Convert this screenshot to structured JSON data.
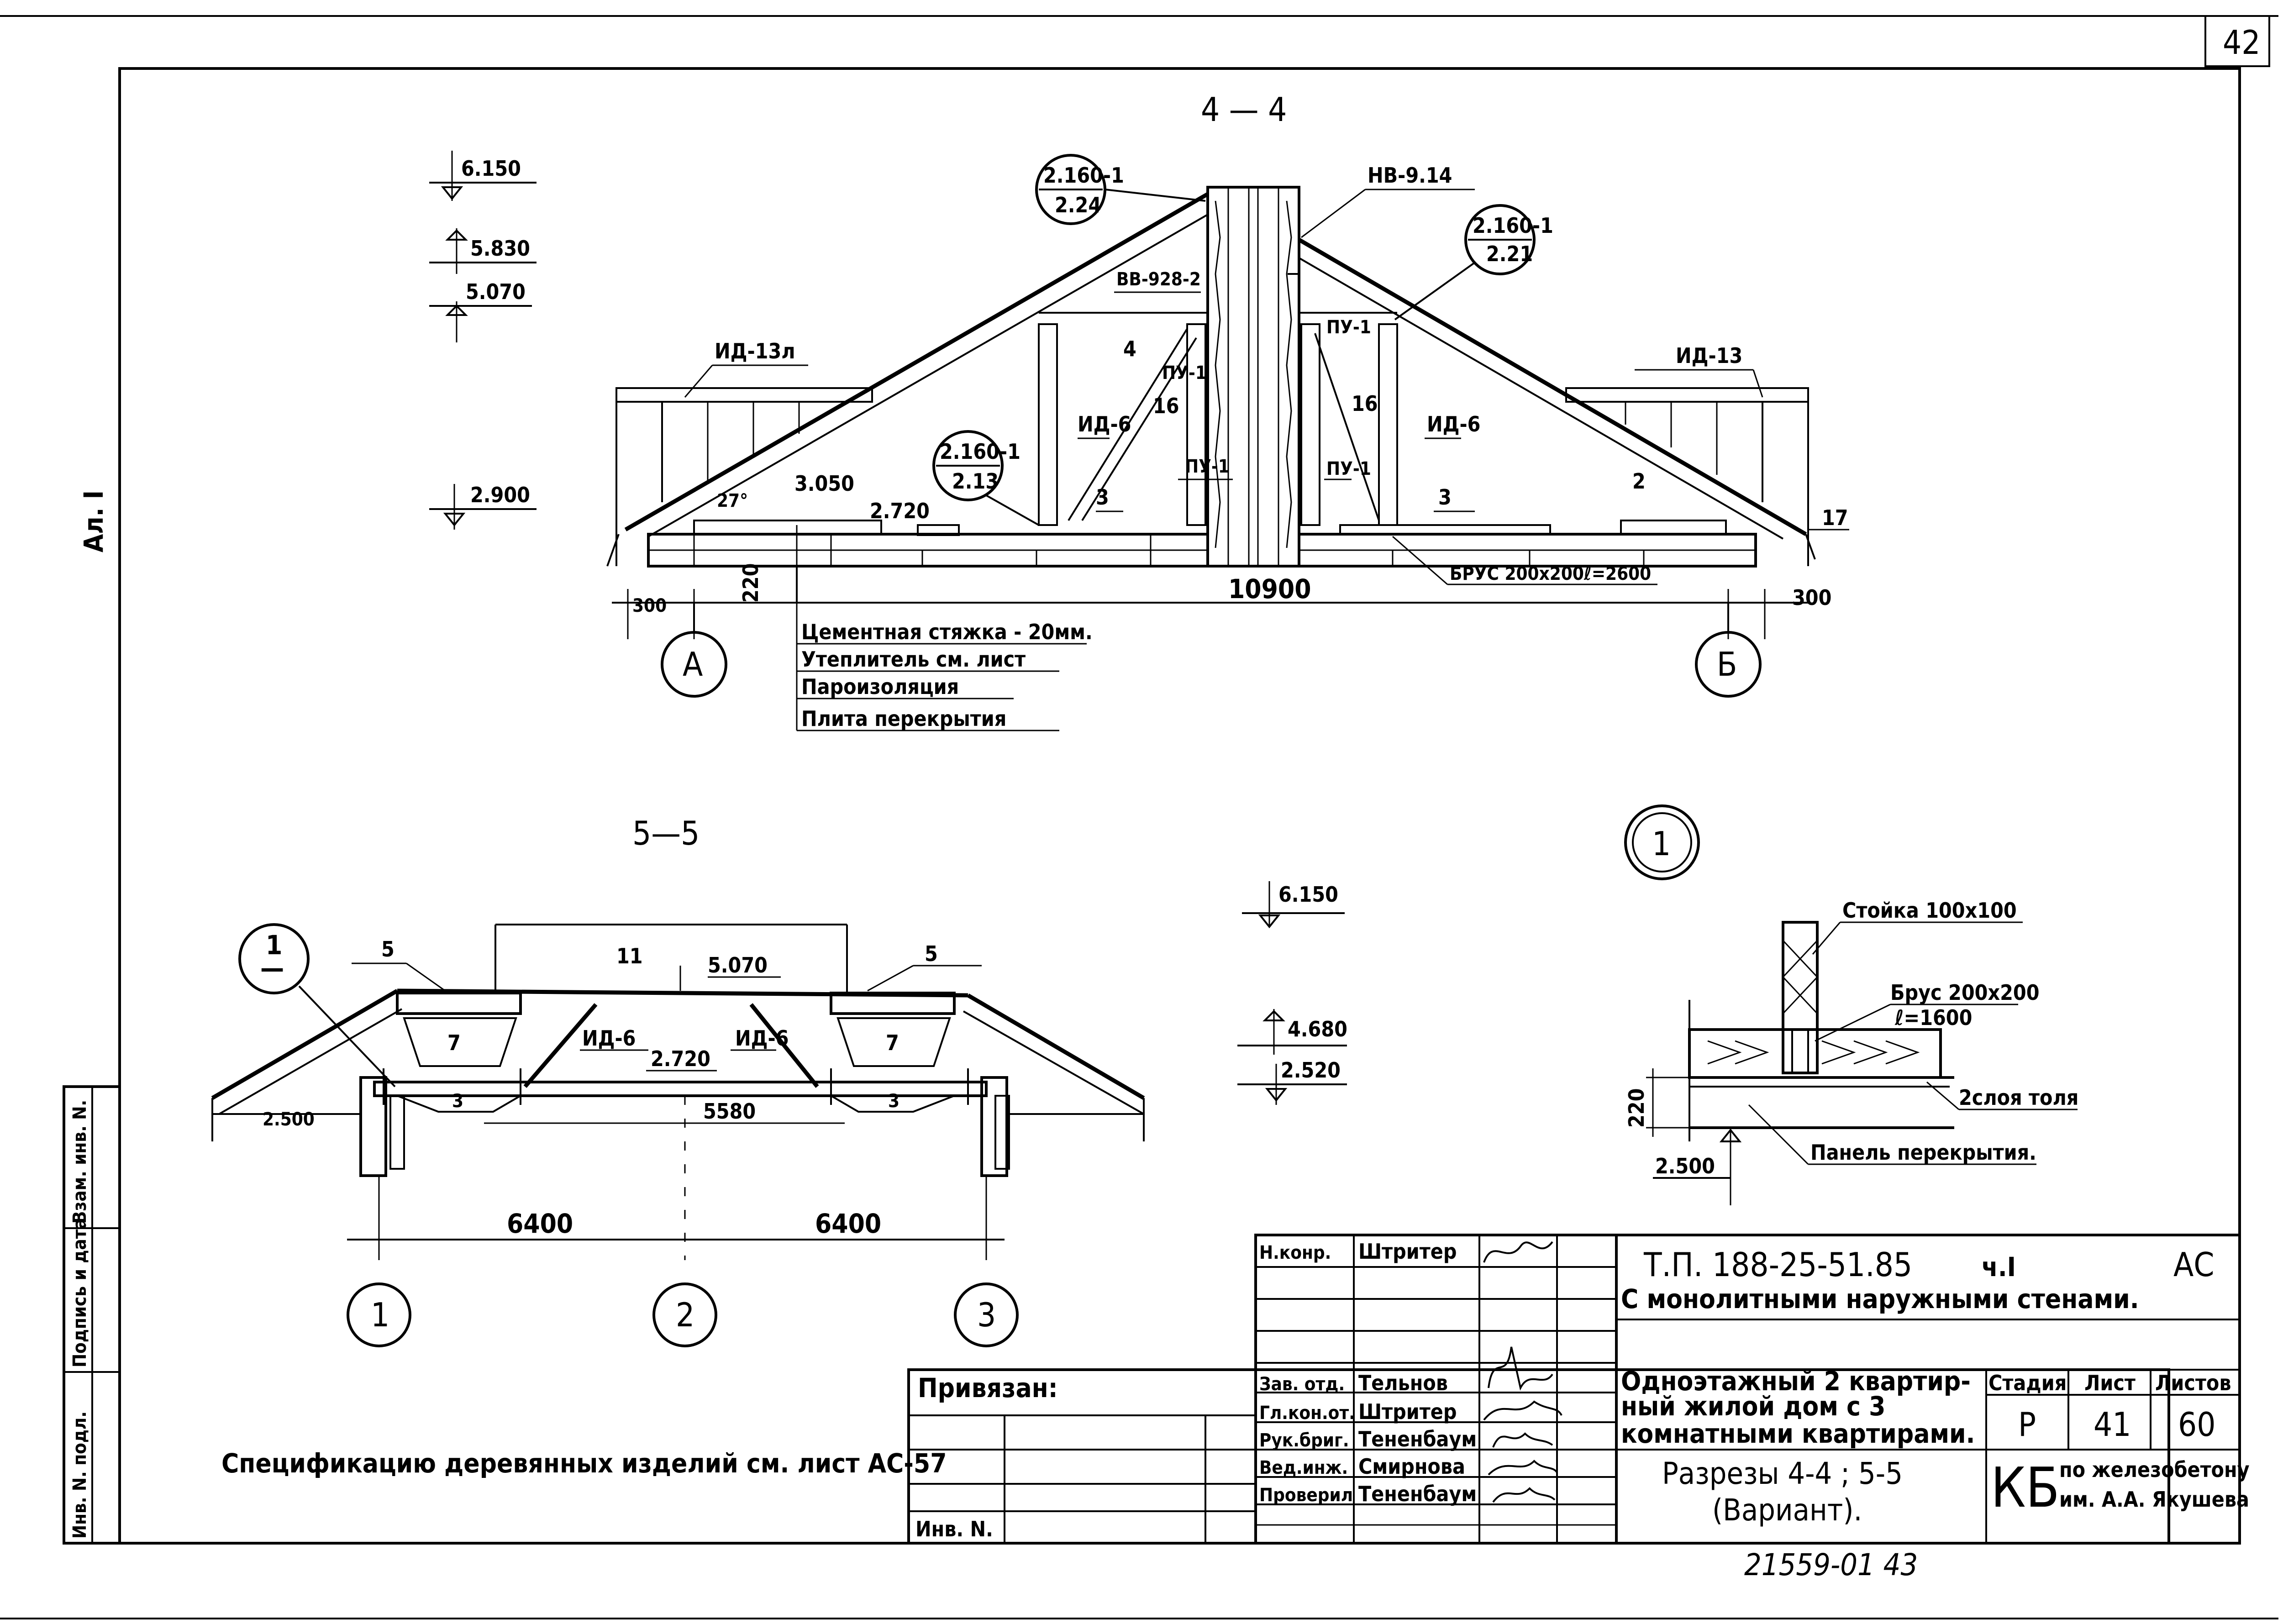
{
  "sheet": {
    "number": "42"
  },
  "margin": {
    "side_note": "Ал. I"
  },
  "section_44": {
    "title": "4 — 4",
    "levels": [
      "6.150",
      "5.830",
      "5.070",
      "2.900"
    ],
    "marks": {
      "nv": "НВ-9.14",
      "vb": "ВВ-928-2",
      "ida13l": "ИД-13л",
      "ida13": "ИД-13",
      "ida6a": "ИД-6",
      "ida6b": "ИД-6",
      "py1a": "ПУ-1",
      "py1b": "ПУ-1",
      "py1c": "ПУ-1",
      "py1d": "ПУ-1",
      "n4": "4",
      "n16a": "16",
      "n16b": "16",
      "n3a": "3",
      "n3b": "3",
      "n2": "2",
      "n17": "17",
      "angle": "27°",
      "lvl3050": "3.050",
      "lvl2720": "2.720",
      "lvl220": "220",
      "dim300a": "300",
      "dim300b": "300",
      "span": "10900",
      "brus": "БРУС 200х200ℓ=2600"
    },
    "callouts": [
      {
        "top": "2.160-1",
        "bottom": "2.24"
      },
      {
        "top": "2.160-1",
        "bottom": "2.21"
      },
      {
        "top": "2.160-1",
        "bottom": "2.13"
      }
    ],
    "axes": [
      "А",
      "Б"
    ],
    "layers": [
      "Цементная стяжка - 20мм.",
      "Утеплитель см. лист",
      "Пароизоляция",
      "Плита перекрытия"
    ]
  },
  "section_55": {
    "title": "5—5",
    "levels": [
      "6.150",
      "4.680",
      "2.520"
    ],
    "marks": {
      "n5a": "5",
      "n5b": "5",
      "n11": "11",
      "lvl5070": "5.070",
      "n7a": "7",
      "n7b": "7",
      "ida6a": "ИД-6",
      "ida6b": "ИД-6",
      "lvl2720": "2.720",
      "lvl2500": "2.500",
      "span": "5580",
      "n3a": "3",
      "n3b": "3",
      "dim1": "6400",
      "dim2": "6400"
    },
    "callout": {
      "top": "1",
      "bottom": "—"
    },
    "axes": [
      "1",
      "2",
      "3"
    ]
  },
  "detail_1": {
    "marker": "1",
    "labels": {
      "post": "Стойка 100х100",
      "beam": "Брус 200х200",
      "beam_len": "ℓ=1600",
      "dim220": "220",
      "tol": "2слоя толя",
      "panel": "Панель перекрытия.",
      "level": "2.500"
    }
  },
  "spec_note": "Спецификацию деревянных изделий см. лист АС-57",
  "left_stamp": [
    "Инв. N. подл.",
    "Подпись и дата",
    "Взам. инв. N."
  ],
  "title_block": {
    "code": "Т.П. 188-25-51.85",
    "part": "ч.I",
    "mark": "АС",
    "subtitle": "С монолитными наружными стенами.",
    "project": [
      "Одноэтажный 2 квартир-",
      "ный жилой дом с 3",
      "комнатными квартирами."
    ],
    "sheet_title": [
      "Разрезы 4-4 ; 5-5",
      "(Вариант)."
    ],
    "stage_headers": [
      "Стадия",
      "Лист",
      "Листов"
    ],
    "stage_values": [
      "Р",
      "41",
      "60"
    ],
    "org_short": "КБ",
    "org_full": [
      "по железобетону",
      "им. А.А. Якушева"
    ],
    "privyazan": "Привязан:",
    "inv": "Инв. N.",
    "roles": [
      {
        "role": "Н.конр.",
        "name": "Штритер"
      },
      {
        "role": "Зав. отд.",
        "name": "Тельнов"
      },
      {
        "role": "Гл.кон.от.",
        "name": "Штритер"
      },
      {
        "role": "Рук.бриг.",
        "name": "Тененбаум"
      },
      {
        "role": "Вед.инж.",
        "name": "Смирнова"
      },
      {
        "role": "Проверил",
        "name": "Тененбаум"
      }
    ]
  },
  "footer_number": "21559-01 43"
}
